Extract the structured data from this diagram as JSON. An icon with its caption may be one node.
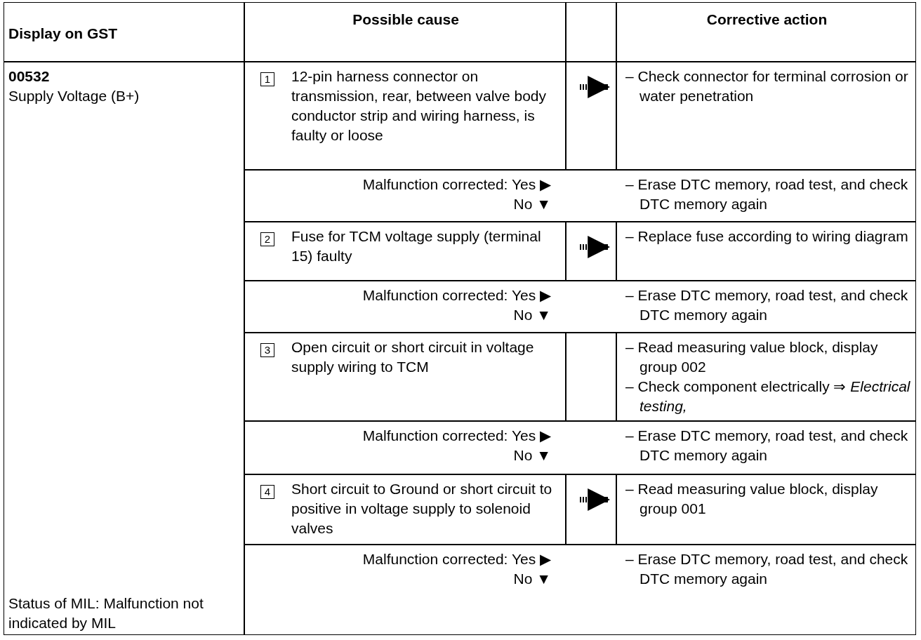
{
  "diagram": {
    "nodes": [
      {
        "text": [
          "Display on GST"
        ]
      },
      {
        "text": [
          "Possible cause"
        ]
      },
      {
        "text": [
          "Corrective action"
        ]
      },
      {
        "text": [
          "00532",
          "Supply Voltage (B+)",
          "Status of MIL: Malfunction not indicated by MIL"
        ]
      },
      {
        "text": [
          "1",
          "12-pin harness connector on transmission, rear, between valve body conductor strip and wiring harness, is faulty or loose"
        ]
      },
      {
        "text": [
          "– Check connector for terminal corrosion or water penetration"
        ]
      },
      {
        "text": [
          "Malfunction corrected: Yes ▶",
          "No ▼",
          "– Erase DTC memory, road test, and check DTC memory again"
        ]
      },
      {
        "text": [
          "2",
          "Fuse for TCM voltage supply (terminal 15) faulty"
        ]
      },
      {
        "text": [
          "– Replace fuse according to wiring diagram"
        ]
      },
      {
        "text": [
          "Malfunction corrected: Yes ▶",
          "No ▼",
          "– Erase DTC memory, road test, and check DTC memory again"
        ]
      },
      {
        "text": [
          "3",
          "Open circuit or short circuit in voltage supply wiring to TCM"
        ]
      },
      {
        "text": [
          "– Read measuring value block, display group 002",
          "– Check component electrically ⇒ *Electrical testing,*"
        ]
      },
      {
        "text": [
          "Malfunction corrected: Yes ▶",
          "No ▼",
          "– Erase DTC memory, road test, and check DTC memory again"
        ]
      },
      {
        "text": [
          "4",
          "Short circuit to Ground or short circuit to positive in voltage supply to solenoid valves"
        ]
      },
      {
        "text": [
          "– Read measuring value block, display group 001"
        ]
      },
      {
        "text": [
          "Malfunction corrected: Yes ▶",
          "No ▼",
          "– Erase DTC memory, road test, and check DTC memory again"
        ]
      }
    ],
    "edges": [
      {
        "from": 4,
        "to": 5,
        "arrow": "to"
      },
      {
        "from": 7,
        "to": 8,
        "arrow": "to"
      },
      {
        "from": 13,
        "to": 14,
        "arrow": "to"
      }
    ]
  }
}
